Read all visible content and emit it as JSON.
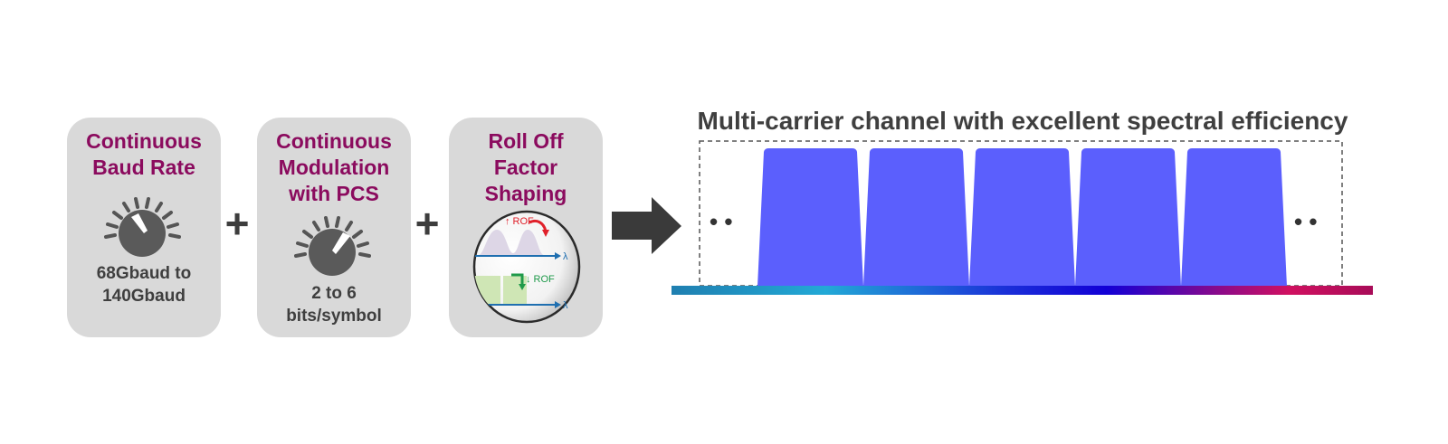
{
  "cards": [
    {
      "title": "Continuous\nBaud Rate",
      "subtitle": "68Gbaud to\n140Gbaud"
    },
    {
      "title": "Continuous\nModulation\nwith PCS",
      "subtitle": "2 to 6\nbits/symbol"
    },
    {
      "title": "Roll Off\nFactor\nShaping"
    }
  ],
  "operators": [
    "+",
    "+"
  ],
  "rof_inset": {
    "label_up": "↑ ROF",
    "label_down": "↓ ROF",
    "axis_label": "λ"
  },
  "spectrum": {
    "title": "Multi-carrier channel with excellent spectral efficiency",
    "carrier_count": 5,
    "carrier_color": "#5b5ffd",
    "ellipsis_left": "• •",
    "ellipsis_right": "• •"
  },
  "colors": {
    "card_bg": "#d9d9d9",
    "title": "#8b0b5e",
    "text": "#3f3f3f",
    "arrow": "#3a3a3a"
  }
}
